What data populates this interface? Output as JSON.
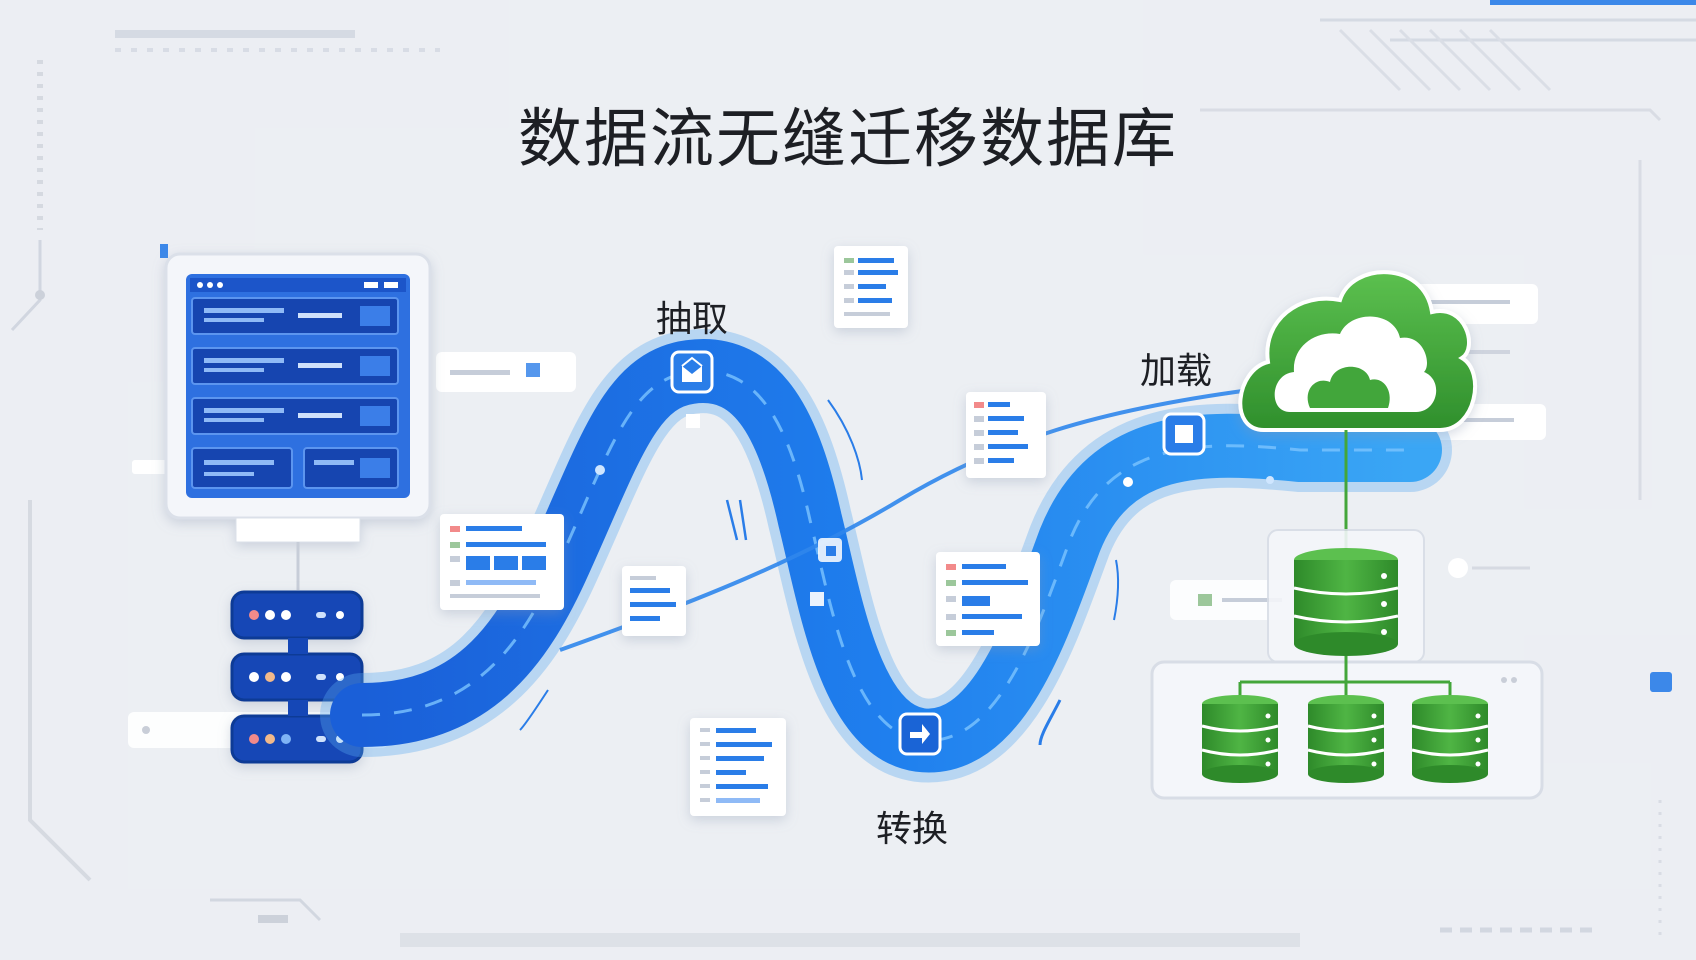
{
  "title": "数据流无缝迁移数据库",
  "steps": {
    "extract": "抽取",
    "transform": "转换",
    "load": "加载"
  },
  "icons": {
    "source_dashboard": "dashboard-window-icon",
    "source_server": "server-rack-icon",
    "target_cloud": "cloud-icon",
    "target_database": "database-icon",
    "document": "document-icon",
    "extract_node": "envelope-icon",
    "transform_node": "pipeline-node-icon",
    "load_node": "square-node-icon"
  },
  "colors": {
    "background": "#eceef3",
    "flow_blue": "#1a73e8",
    "flow_light": "#3aa0f5",
    "source_dark": "#1547b6",
    "source_mid": "#2f6fe0",
    "target_green": "#43a63a",
    "target_green_dark": "#2e8a2a",
    "title_text": "#1d1f24"
  }
}
